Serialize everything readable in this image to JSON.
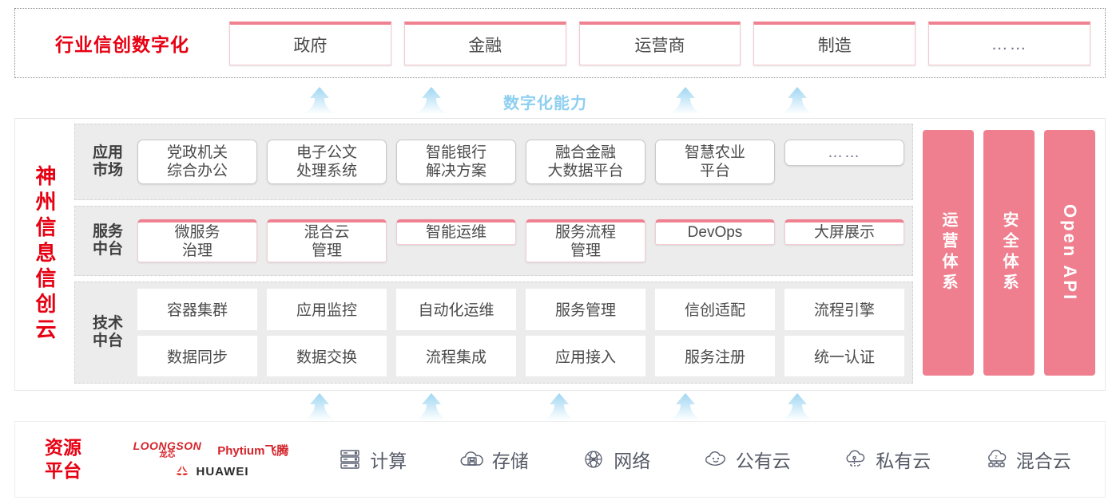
{
  "industry": {
    "title": "行业信创数字化",
    "cards": [
      {
        "label": "政府"
      },
      {
        "label": "金融"
      },
      {
        "label": "运营商"
      },
      {
        "label": "制造"
      },
      {
        "label": "……"
      }
    ]
  },
  "capability": {
    "label": "数字化能力",
    "color": "#8ecff0"
  },
  "cloud": {
    "title": "神州信息信创云",
    "bands": [
      {
        "label": "应用\n市场",
        "label_line1": "应用",
        "label_line2": "市场",
        "cards": [
          {
            "line1": "党政机关",
            "line2": "综合办公"
          },
          {
            "line1": "电子公文",
            "line2": "处理系统"
          },
          {
            "line1": "智能银行",
            "line2": "解决方案"
          },
          {
            "line1": "融合金融",
            "line2": "大数据平台"
          },
          {
            "line1": "智慧农业",
            "line2": "平台"
          },
          {
            "line1": "……",
            "line2": ""
          }
        ]
      },
      {
        "label_line1": "服务",
        "label_line2": "中台",
        "cards": [
          {
            "line1": "微服务",
            "line2": "治理"
          },
          {
            "line1": "混合云",
            "line2": "管理"
          },
          {
            "line1": "智能运维",
            "line2": ""
          },
          {
            "line1": "服务流程",
            "line2": "管理"
          },
          {
            "line1": "DevOps",
            "line2": ""
          },
          {
            "line1": "大屏展示",
            "line2": ""
          }
        ]
      },
      {
        "label_line1": "技术",
        "label_line2": "中台",
        "rows": [
          [
            "容器集群",
            "应用监控",
            "自动化运维",
            "服务管理",
            "信创适配",
            "流程引擎"
          ],
          [
            "数据同步",
            "数据交换",
            "流程集成",
            "应用接入",
            "服务注册",
            "统一认证"
          ]
        ]
      }
    ],
    "pillars": [
      {
        "label": "运营体系",
        "latin": false
      },
      {
        "label": "安全体系",
        "latin": false
      },
      {
        "label": "Open API",
        "latin": true
      }
    ],
    "pillar_color": "#ef7f8e"
  },
  "resource": {
    "title_line1": "资源",
    "title_line2": "平台",
    "vendors": [
      {
        "name_en": "LOONGSON",
        "name_cn": "龙芯",
        "icon": "loongson-logo"
      },
      {
        "name": "Phytium飞腾",
        "icon": "phytium-logo"
      },
      {
        "name": "HUAWEI",
        "icon": "huawei-logo"
      }
    ],
    "items": [
      {
        "label": "计算",
        "icon": "server-rack-icon"
      },
      {
        "label": "存储",
        "icon": "cloud-storage-icon"
      },
      {
        "label": "网络",
        "icon": "network-globe-icon"
      },
      {
        "label": "公有云",
        "icon": "public-cloud-icon"
      },
      {
        "label": "私有云",
        "icon": "private-cloud-icon"
      },
      {
        "label": "混合云",
        "icon": "hybrid-cloud-icon"
      }
    ]
  },
  "arrows": {
    "top_row": [
      400,
      540,
      858,
      998
    ],
    "bottom_row": [
      400,
      540,
      700,
      858,
      998
    ]
  },
  "colors": {
    "brand_red": "#e60012",
    "pink": "#ef8190",
    "arrow_blue": "#8ecff0",
    "band_gray": "#ececec"
  }
}
